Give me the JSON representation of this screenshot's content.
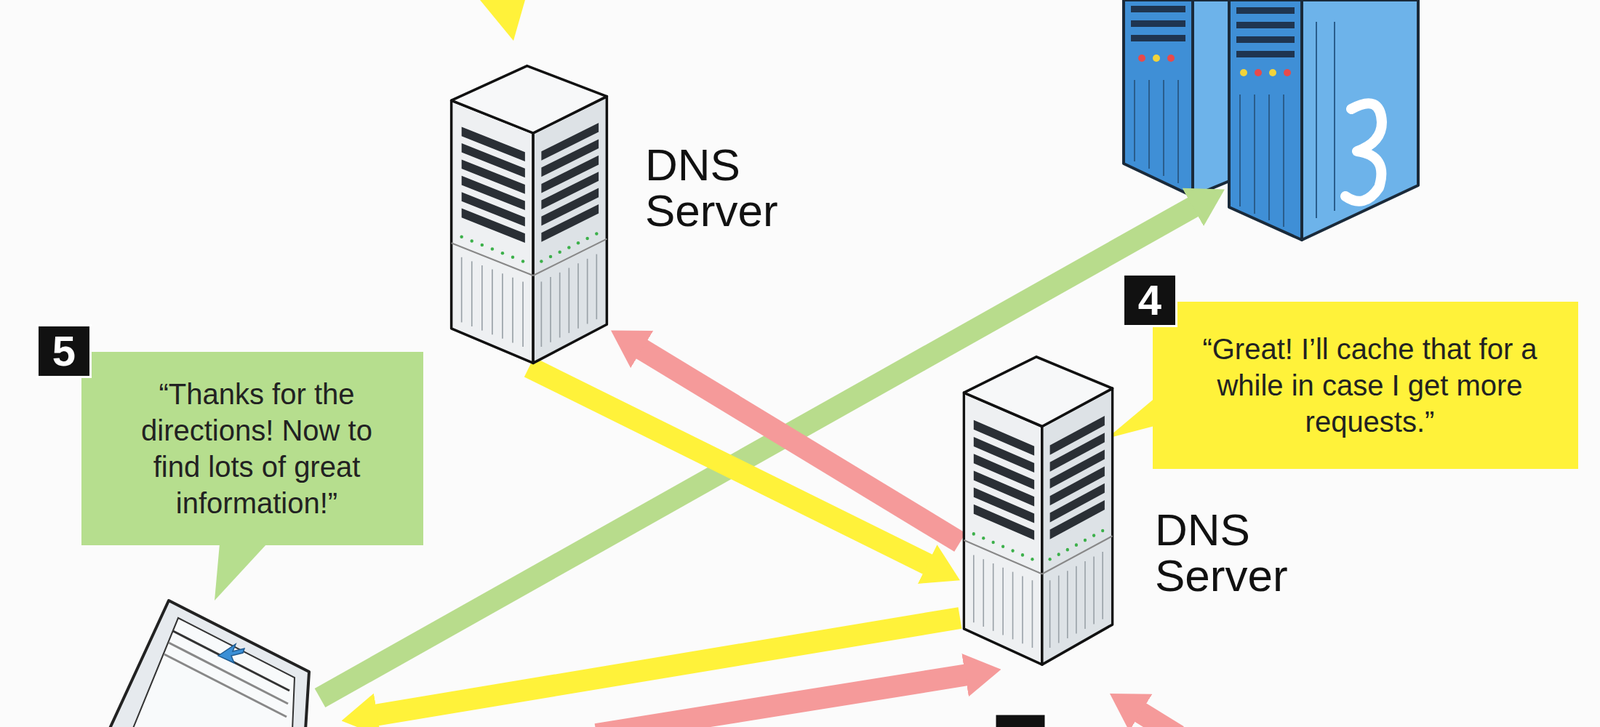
{
  "diagram": {
    "nodes": [
      {
        "text": [
          "DNS Server"
        ]
      },
      {
        "text": [
          "“Great! I’ll cache that for a while in case I get more requests.”"
        ]
      },
      {
        "text": [
          "“Thanks for the directions! Now to find lots of great information!”"
        ]
      },
      {
        "text": [
          "DNS Server"
        ]
      }
    ],
    "edges": [
      {
        "from": 0,
        "to": 3,
        "arrow": "to"
      },
      {
        "from": 3,
        "to": 0,
        "arrow": "to"
      }
    ],
    "labels": [
      "4",
      "5"
    ]
  }
}
